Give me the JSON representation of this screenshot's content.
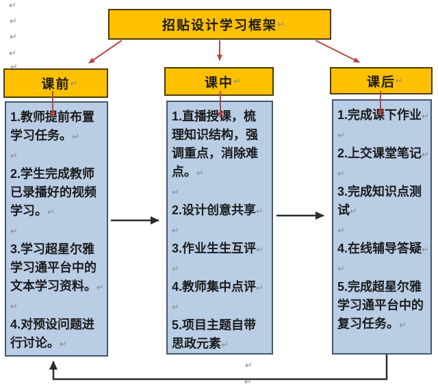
{
  "document": {
    "title": "招贴设计学习框架"
  },
  "marks": {
    "return": "↵"
  },
  "columns": [
    {
      "header": "课前",
      "items": [
        "1.教师提前布置学习任务。",
        "2.学生完成教师已录播好的视频学习。",
        "3.学习超星尔雅学习通平台中的文本学习资料。",
        "4.对预设问题进行讨论。"
      ]
    },
    {
      "header": "课中",
      "items": [
        "1.直播授课，梳理知识结构，强调重点，消除难点。",
        "2.设计创意共享",
        "3.作业生生互评",
        "4.教师集中点评",
        "5.项目主题自带思政元素"
      ]
    },
    {
      "header": "课后",
      "items": [
        "1.完成课下作业",
        "2.上交课堂笔记",
        "3.完成知识点测试",
        "4.在线辅导答疑",
        "5.完成超星尔雅学习通平台中的复习任务。"
      ]
    }
  ],
  "colors": {
    "header_bg": "#FFC000",
    "header_border": "#4A3A0C",
    "content_bg": "#B9CDE5",
    "content_border": "#44546A",
    "red_arrow": "#B94442",
    "black_arrow": "#2B2B2B",
    "mark": "#8C8C8C"
  }
}
